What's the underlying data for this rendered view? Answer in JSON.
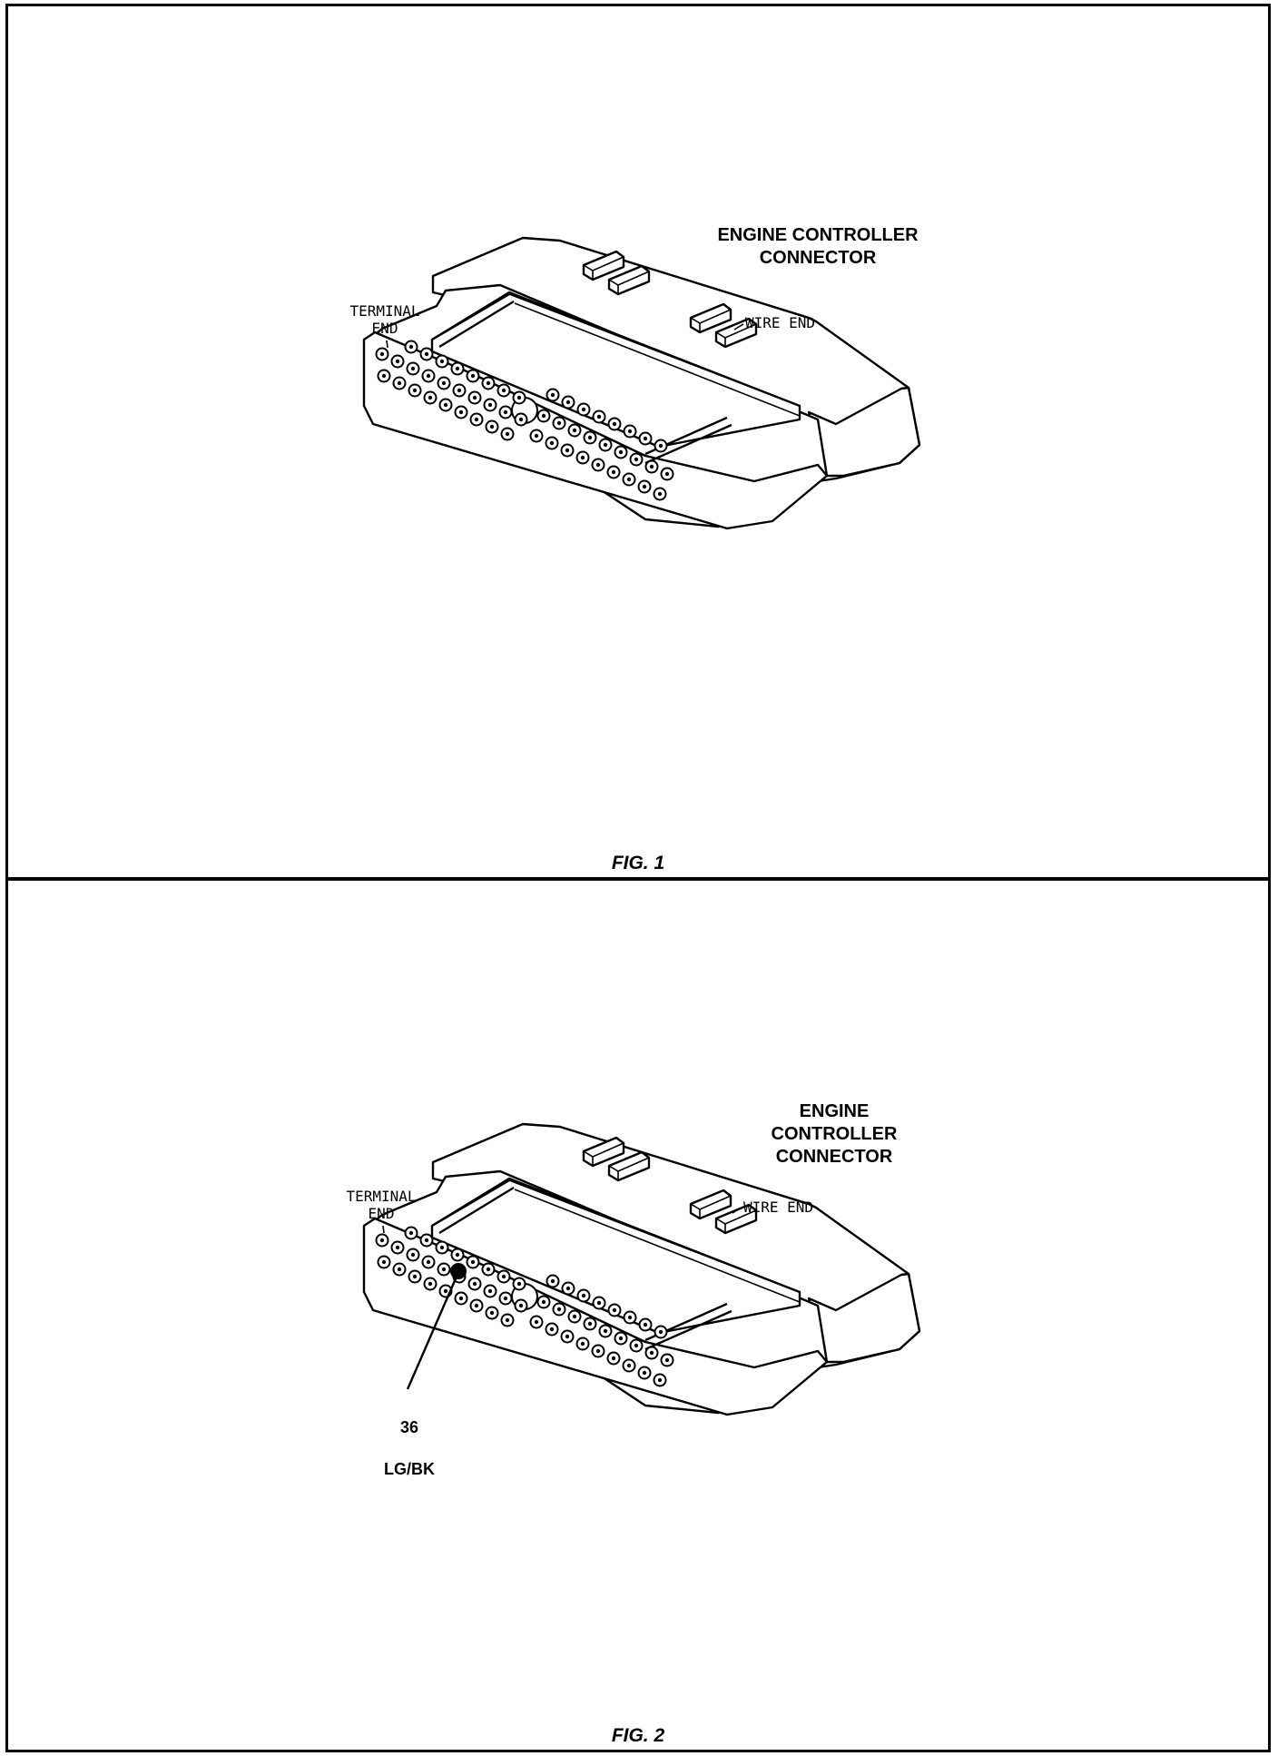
{
  "figures": [
    {
      "fig_label": "FIG. 1",
      "title": "ENGINE CONTROLLER\nCONNECTOR",
      "terminal_end_label": "TERMINAL\nEND",
      "wire_end_label": "WIRE END"
    },
    {
      "fig_label": "FIG. 2",
      "title": "ENGINE\nCONTROLLER\nCONNECTOR",
      "terminal_end_label": "TERMINAL\nEND",
      "wire_end_label": "WIRE END",
      "highlighted_pin": {
        "number": "36",
        "wire_color": "LG/BK"
      }
    }
  ],
  "colors": {
    "ink": "#000000",
    "paper": "#ffffff"
  }
}
